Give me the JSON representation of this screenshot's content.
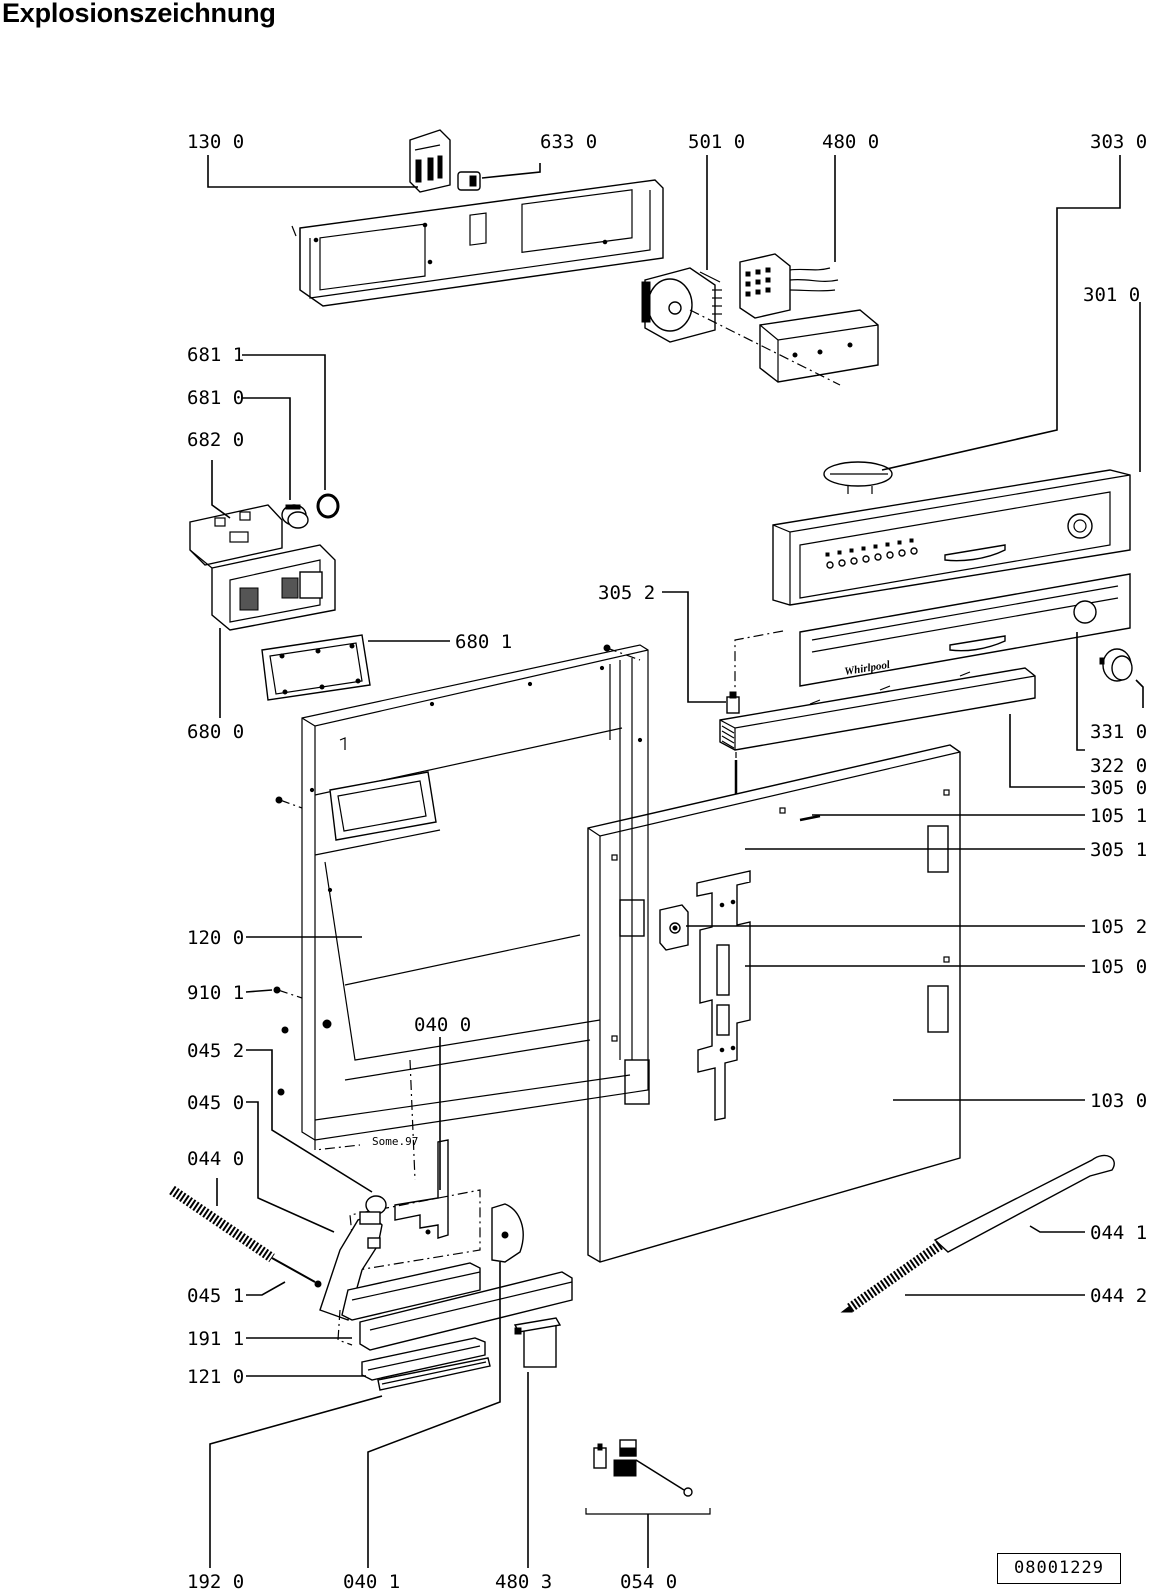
{
  "title": "Explosionszeichnung",
  "drawing_number": "08001229",
  "brand_mark": "Whirlpool",
  "stamp": "Some.97",
  "parts": [
    {
      "id": "130",
      "label": "130 0"
    },
    {
      "id": "633",
      "label": "633 0"
    },
    {
      "id": "501",
      "label": "501 0"
    },
    {
      "id": "480",
      "label": "480 0"
    },
    {
      "id": "303",
      "label": "303 0"
    },
    {
      "id": "301",
      "label": "301 0"
    },
    {
      "id": "681a",
      "label": "681 1"
    },
    {
      "id": "681b",
      "label": "681 0"
    },
    {
      "id": "682",
      "label": "682 0"
    },
    {
      "id": "305c",
      "label": "305 2"
    },
    {
      "id": "680a",
      "label": "680 1"
    },
    {
      "id": "680b",
      "label": "680 0"
    },
    {
      "id": "331",
      "label": "331 0"
    },
    {
      "id": "322",
      "label": "322 0"
    },
    {
      "id": "305a",
      "label": "305 0"
    },
    {
      "id": "105b",
      "label": "105 1"
    },
    {
      "id": "305b",
      "label": "305 1"
    },
    {
      "id": "105c",
      "label": "105 2"
    },
    {
      "id": "105a",
      "label": "105 0"
    },
    {
      "id": "120",
      "label": "120 0"
    },
    {
      "id": "910",
      "label": "910 1"
    },
    {
      "id": "040a",
      "label": "040 0"
    },
    {
      "id": "045c",
      "label": "045 2"
    },
    {
      "id": "045a",
      "label": "045 0"
    },
    {
      "id": "103",
      "label": "103 0"
    },
    {
      "id": "044a",
      "label": "044 0"
    },
    {
      "id": "044b",
      "label": "044 1"
    },
    {
      "id": "045b",
      "label": "045 1"
    },
    {
      "id": "044c",
      "label": "044 2"
    },
    {
      "id": "191",
      "label": "191 1"
    },
    {
      "id": "121",
      "label": "121 0"
    },
    {
      "id": "192",
      "label": "192 0"
    },
    {
      "id": "040b",
      "label": "040 1"
    },
    {
      "id": "480b",
      "label": "480 3"
    },
    {
      "id": "054",
      "label": "054 0"
    }
  ]
}
